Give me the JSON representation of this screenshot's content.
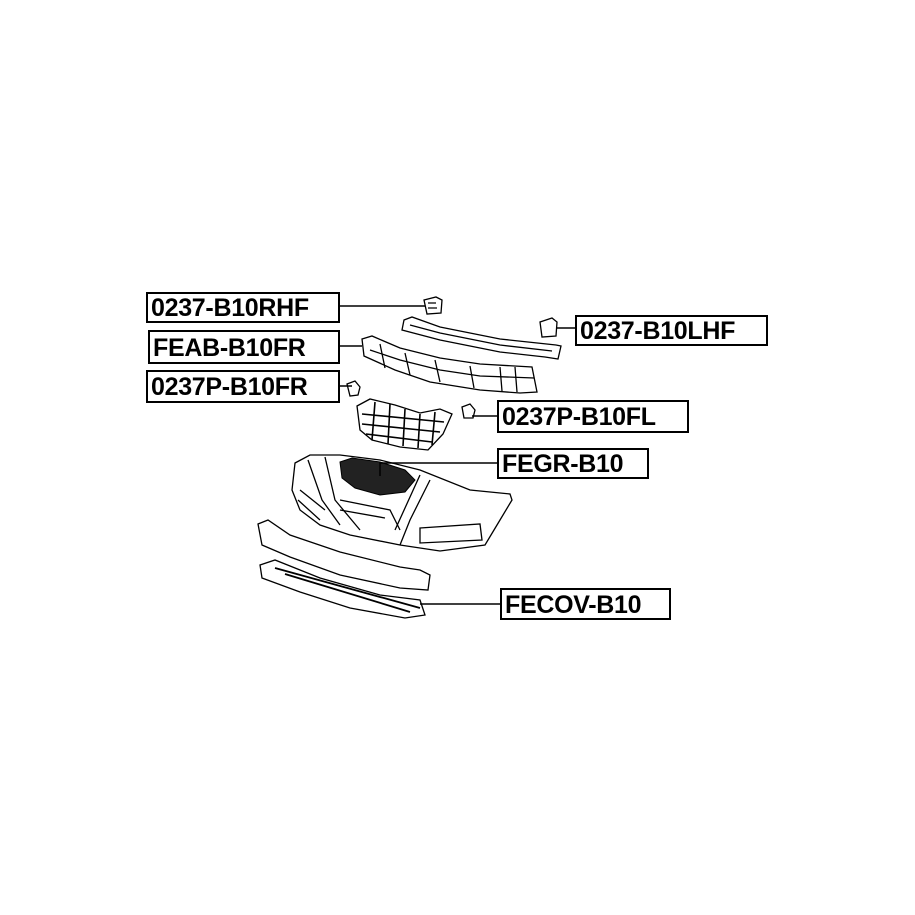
{
  "diagram": {
    "title": "Front bumper parts diagram",
    "labels": {
      "rhf": "0237-B10RHF",
      "lhf": "0237-B10LHF",
      "feab": "FEAB-B10FR",
      "pfr": "0237P-B10FR",
      "pfl": "0237P-B10FL",
      "fegr": "FEGR-B10",
      "fecov": "FECOV-B10"
    }
  }
}
